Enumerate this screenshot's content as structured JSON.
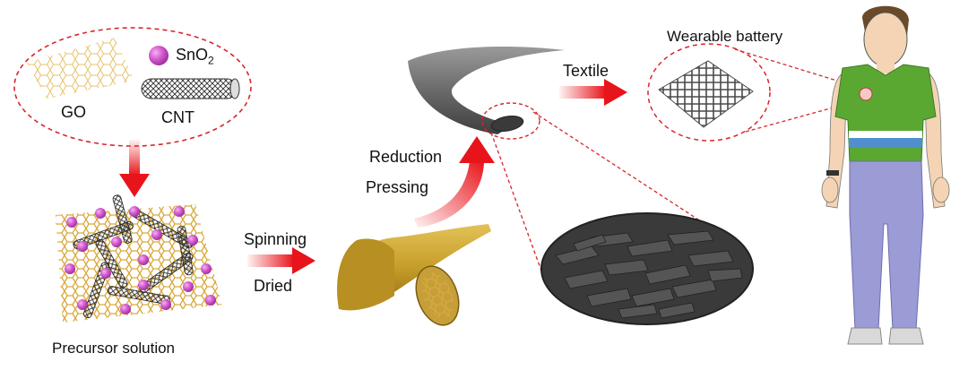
{
  "labels": {
    "sno2_main": "SnO",
    "sno2_sub": "2",
    "go": "GO",
    "cnt": "CNT",
    "precursor": "Precursor solution",
    "spinning": "Spinning",
    "dried": "Dried",
    "reduction": "Reduction",
    "pressing": "Pressing",
    "textile": "Textile",
    "wearable": "Wearable battery"
  },
  "colors": {
    "arrow": "#e8141b",
    "dash": "#d8262b",
    "sno2_particle": "#d45ad0",
    "go_lattice": "#e9c36a",
    "cnt": "#3a3a3a",
    "fiber_gold": "#c9a227",
    "fiber_gray": "#6e6e6e",
    "shirt": "#5aa832",
    "shirt_stripe_white": "#ffffff",
    "shirt_stripe_blue": "#4f8fd0",
    "jeans": "#9b9bd6"
  }
}
